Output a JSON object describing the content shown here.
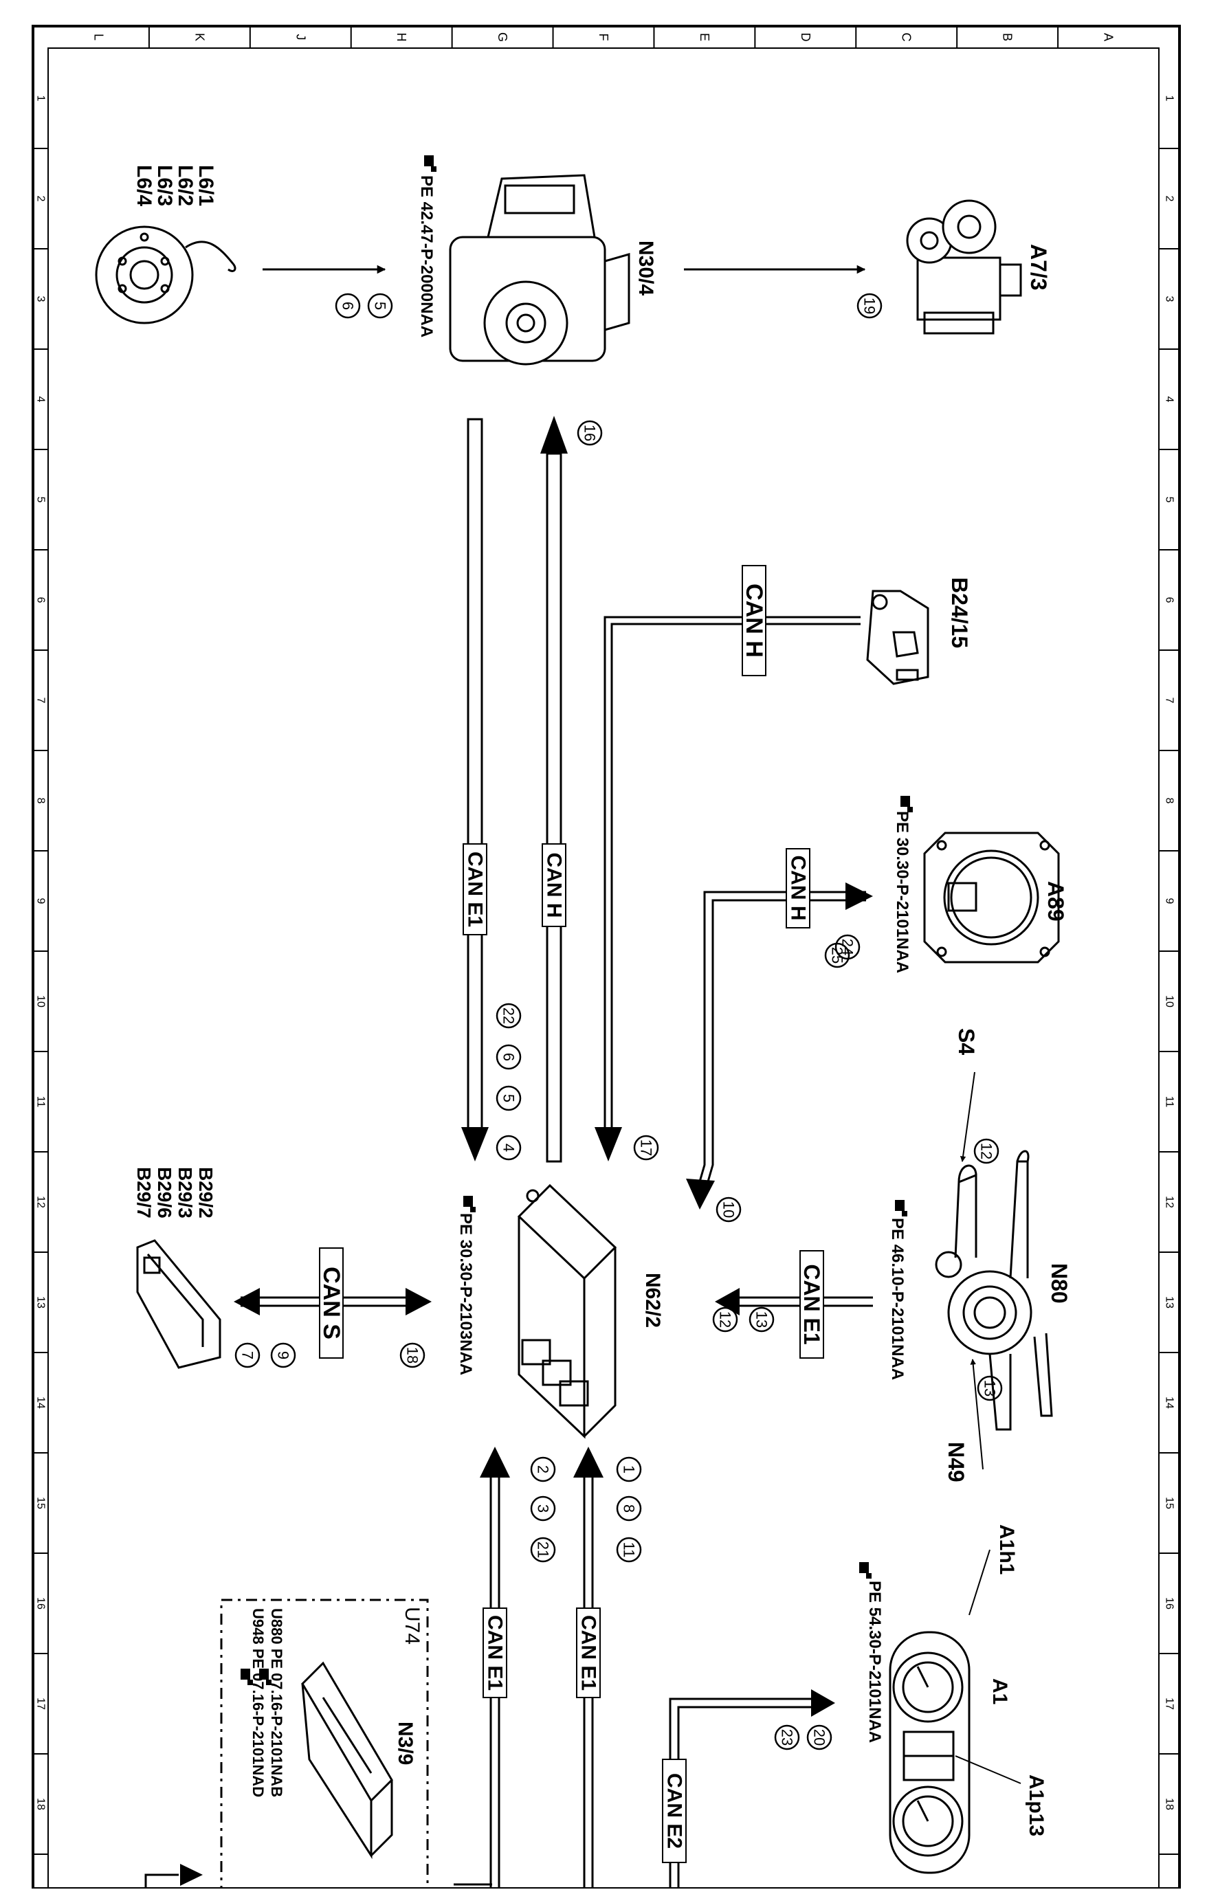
{
  "frame": {
    "column_letters": [
      "L",
      "K",
      "J",
      "H",
      "G",
      "F",
      "E",
      "D",
      "C",
      "B",
      "A"
    ],
    "row_numbers": [
      "1",
      "2",
      "3",
      "4",
      "5",
      "6",
      "7",
      "8",
      "9",
      "10",
      "11",
      "12",
      "13",
      "14",
      "15",
      "16",
      "17",
      "18"
    ]
  },
  "components": {
    "n30_4": {
      "label": "N30/4",
      "ref": "PE 42.47-P-2000NAA",
      "callouts": [
        "5",
        "6"
      ]
    },
    "l6": {
      "labels": [
        "L6/1",
        "L6/2",
        "L6/3",
        "L6/4"
      ]
    },
    "a7_3": {
      "label": "A7/3",
      "callouts": [
        "19"
      ]
    },
    "b24_15": {
      "label": "B24/15"
    },
    "a89": {
      "label": "A89",
      "ref": "PE 30.30-P-2101NAA",
      "callouts": [
        "24",
        "25"
      ]
    },
    "s4": {
      "label": "S4",
      "callouts": [
        "12"
      ]
    },
    "n80": {
      "label": "N80",
      "ref": "PE 46.10-P-2101NAA",
      "callouts": [
        "13"
      ]
    },
    "n49": {
      "label": "N49"
    },
    "n62_2": {
      "label": "N62/2",
      "ref": "PE 30.30-P-2103NAA"
    },
    "b29": {
      "labels": [
        "B29/2",
        "B29/3",
        "B29/6",
        "B29/7"
      ]
    },
    "u74": {
      "label": "U74",
      "module": "N3/9",
      "refs": [
        "U880 PE 07.16-P-2101NAB",
        "U948 PE 07.16-P-2101NAD"
      ]
    },
    "a1": {
      "label": "A1",
      "sub_labels": [
        "A1h1",
        "A1p13"
      ],
      "ref": "PE 54.30-P-2101NAA",
      "callouts": [
        "20",
        "23"
      ]
    }
  },
  "buses": {
    "can_e1": "CAN E1",
    "can_h": "CAN H",
    "can_s": "CAN S",
    "can_e2": "CAN E2"
  },
  "callouts": {
    "c16": "16",
    "c22": "22",
    "c6b": "6",
    "c5b": "5",
    "c4": "4",
    "c17": "17",
    "c10": "10",
    "c13b": "13",
    "c12b": "12",
    "c18": "18",
    "c9": "9",
    "c7": "7",
    "c1": "1",
    "c8": "8",
    "c11": "11",
    "c2": "2",
    "c3": "3",
    "c21": "21"
  }
}
